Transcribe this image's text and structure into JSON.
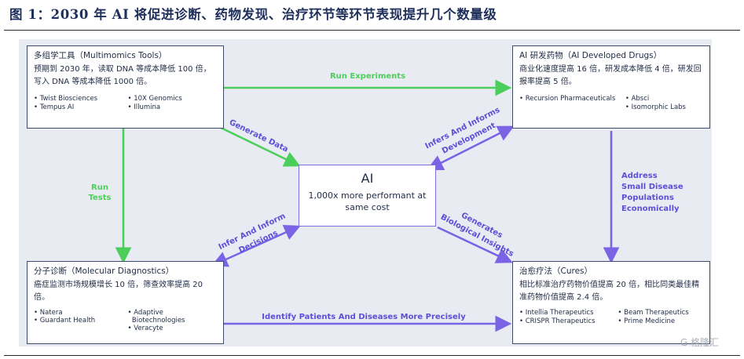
{
  "figure_title": "图 1：2030 年 AI 将促进诊断、药物发现、治疗环节等环节表现提升几个数量级",
  "colors": {
    "green_arrow": "#4ccf5a",
    "purple_arrow": "#7b63e6",
    "label_text": "#5b4fd8",
    "box_border": "#3d4a6b",
    "background_panel": "#e9ebf2",
    "title": "#1e2f5a"
  },
  "ai_box": {
    "title": "AI",
    "subtitle": "1,000x more performant at same cost"
  },
  "boxes": {
    "multiomics": {
      "title": "多组学工具（Multimomics Tools）",
      "description": "预期到 2030 年，读取 DNA 等成本降低 100 倍，写入 DNA 等成本降低 1000 倍。",
      "companies": [
        "Twist Biosciences",
        "10X Genomics",
        "Tempus AI",
        "Illumina"
      ]
    },
    "drugs": {
      "title": "AI 研发药物（AI Developed Drugs）",
      "description": "商业化速度提高 16 倍，研发成本降低 4 倍，研发回报率提高 5 倍。",
      "companies": [
        "Recursion Pharmaceuticals",
        "Absci",
        "",
        "Isomorphic Labs"
      ]
    },
    "diagnostics": {
      "title": "分子诊断（Molecular Diagnostics）",
      "description": "癌症监测市场规模增长 10 倍，筛查效率提高 20 倍。",
      "companies": [
        "Natera",
        "Adaptive",
        "Guardant Health",
        "Biotechnologies",
        "",
        "Veracyte"
      ]
    },
    "cures": {
      "title": "治愈疗法（Cures）",
      "description": "相比标准治疗药物价值提高 20 倍，相比同类最佳精准药物价值提高 2.4 倍。",
      "companies": [
        "Intellia Therapeutics",
        "Beam Therapeutics",
        "CRISPR Therapeutics",
        "Prime Medicine"
      ]
    }
  },
  "arrow_labels": {
    "run_experiments": "Run Experiments",
    "generate_data": "Generate Data",
    "infers_informs_line1": "Infers And Informs",
    "infers_informs_line2": "Development",
    "run_tests_line1": "Run",
    "run_tests_line2": "Tests",
    "address_line1": "Address",
    "address_line2": "Small Disease",
    "address_line3": "Populations",
    "address_line4": "Economically",
    "infer_decisions_line1": "Infer And Inform",
    "infer_decisions_line2": "Decisions",
    "generates_line1": "Generates",
    "generates_line2": "Biological Insights",
    "identify": "Identify Patients And Diseases More Precisely"
  },
  "watermark": "G 格隆汇"
}
